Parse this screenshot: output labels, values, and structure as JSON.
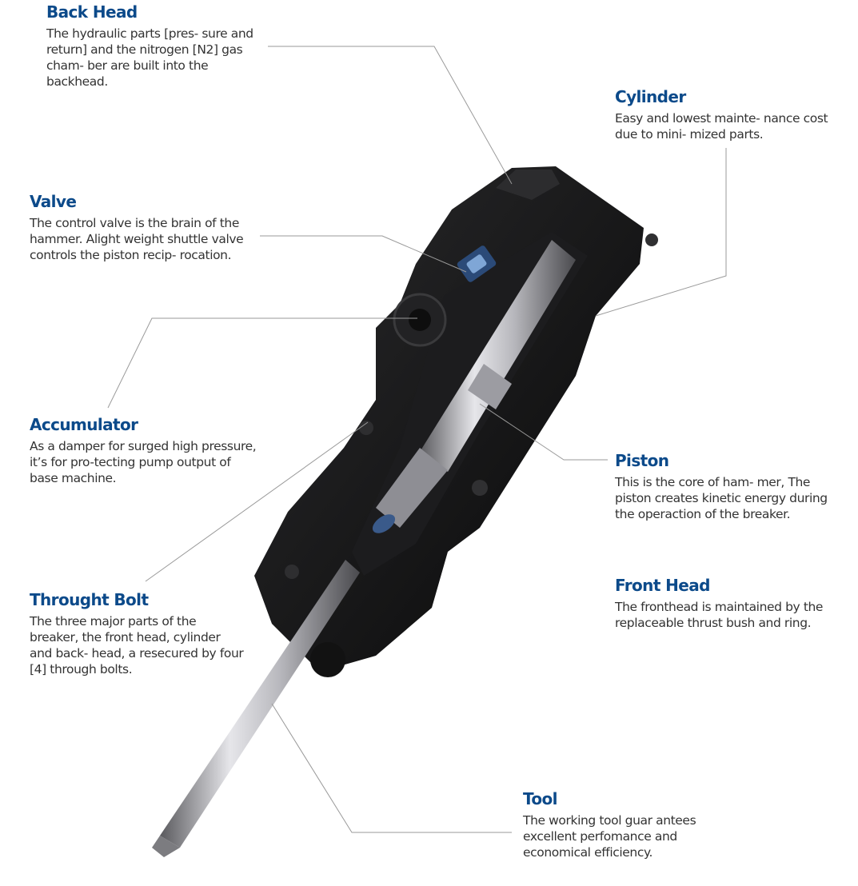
{
  "colors": {
    "heading": "#0c4a8a",
    "body": "#333333",
    "leader_line": "#9a9a9a",
    "body_dark": "#141414",
    "steel": "#c8c8cc"
  },
  "labels": [
    {
      "key": "back-head",
      "title": "Back Head",
      "text": "The hydraulic parts [pres- sure and return] and the nitrogen [N2] gas cham- ber are built into the backhead."
    },
    {
      "key": "cylinder",
      "title": "Cylinder",
      "text": "Easy and lowest mainte- nance cost due to mini- mized parts."
    },
    {
      "key": "valve",
      "title": "Valve",
      "text": "The control valve is the brain of the hammer. Alight weight shuttle valve controls the piston recip- rocation."
    },
    {
      "key": "accumulator",
      "title": "Accumulator",
      "text": "As a damper for surged high pressure, it’s for pro-tecting pump output of base machine."
    },
    {
      "key": "piston",
      "title": "Piston",
      "text": "This is the core of ham- mer, The piston creates kinetic energy during the operaction of the breaker."
    },
    {
      "key": "front-head",
      "title": "Front Head",
      "text": "The fronthead is maintained by the replaceable thrust bush and ring."
    },
    {
      "key": "throught-bolt",
      "title": "Throught Bolt",
      "text": "The three major parts of the breaker, the front head, cylinder and back- head, a resecured by four [4] through bolts."
    },
    {
      "key": "tool",
      "title": "Tool",
      "text": "The working tool guar antees excellent perfomance and economical efficiency."
    }
  ]
}
